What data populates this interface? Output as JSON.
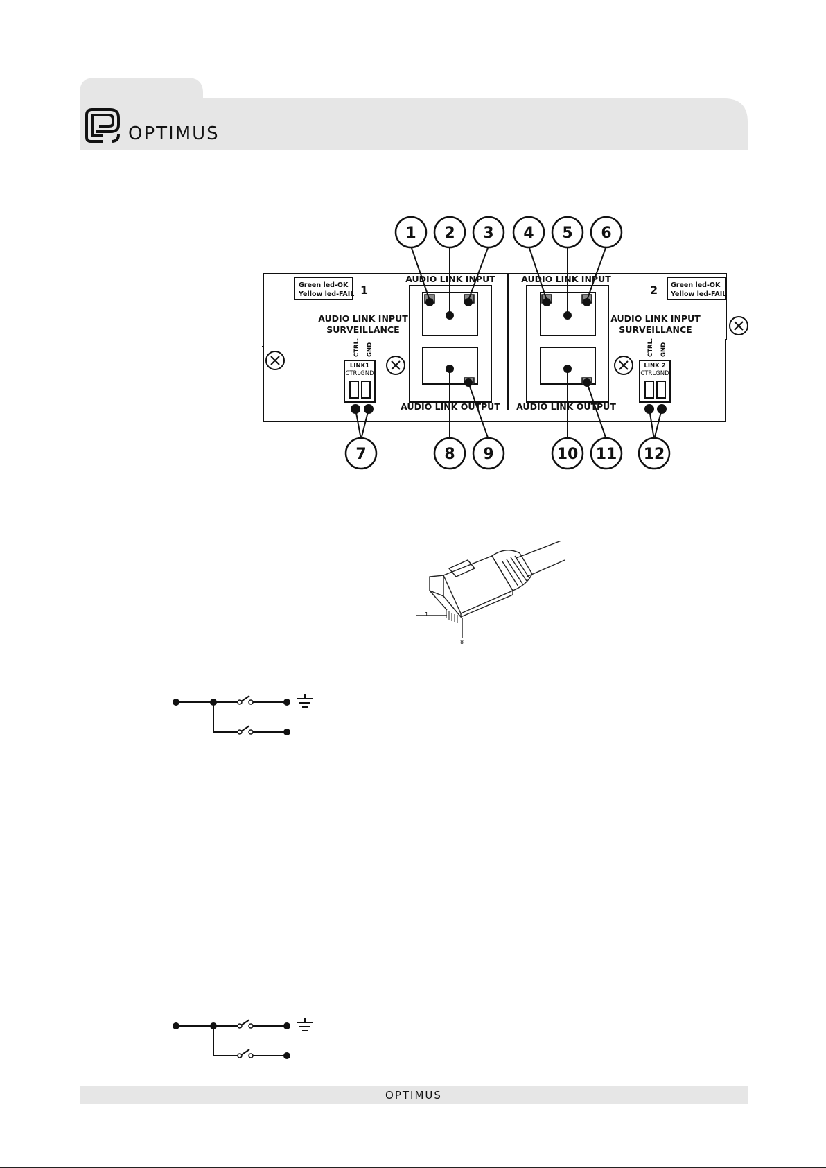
{
  "header": {
    "brand": "OPTIMUS"
  },
  "panel": {
    "left": {
      "legend_green": "Green led-OK",
      "legend_yellow": "Yellow led-FAIL",
      "unit_number": "1",
      "surveillance_line1": "AUDIO LINK INPUT",
      "surveillance_line2": "SURVEILLANCE",
      "input_label": "AUDIO LINK INPUT",
      "output_label": "AUDIO LINK OUTPUT",
      "terminal_name": "LINK1",
      "terminal_sub": "CTRLGND",
      "pin_ctrl": "CTRL.",
      "pin_gnd": "GND"
    },
    "right": {
      "legend_green": "Green led-OK",
      "legend_yellow": "Yellow led-FAIL",
      "unit_number": "2",
      "surveillance_line1": "AUDIO LINK INPUT",
      "surveillance_line2": "SURVEILLANCE",
      "input_label": "AUDIO LINK INPUT",
      "output_label": "AUDIO LINK OUTPUT",
      "terminal_name": "LINK 2",
      "terminal_sub": "CTRLGND",
      "pin_ctrl": "CTRL.",
      "pin_gnd": "GND"
    },
    "callouts": [
      "1",
      "2",
      "3",
      "4",
      "5",
      "6",
      "7",
      "8",
      "9",
      "10",
      "11",
      "12"
    ]
  },
  "connector": {
    "pin_first": "1",
    "pin_last": "8"
  },
  "footer": {
    "brand": "OPTIMUS"
  }
}
